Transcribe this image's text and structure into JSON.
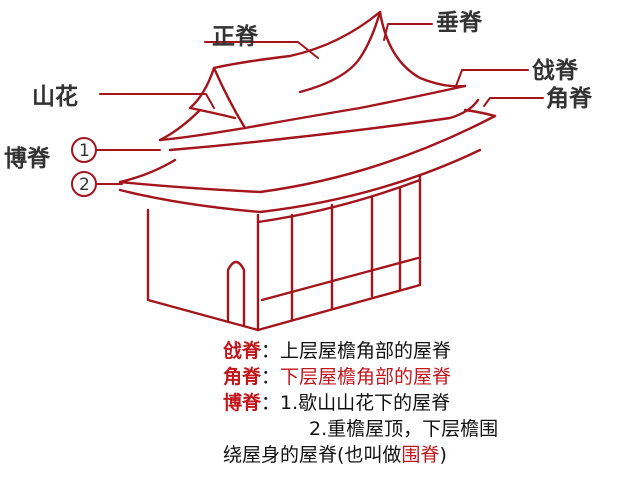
{
  "labels": {
    "zhengji": "正脊",
    "chuiji": "垂脊",
    "qiangji": "戗脊",
    "jiaoji": "角脊",
    "shanhua": "山花",
    "boji": "博脊",
    "num1": "1",
    "num2": "2"
  },
  "notes": {
    "l1_term": "戗脊",
    "l1_text": "：上层屋檐角部的屋脊",
    "l2_term": "角脊",
    "l2_sep": "：",
    "l2_text": "下层屋檐角部的屋脊",
    "l3_term": "博脊",
    "l3_text": "：1.歇山山花下的屋脊",
    "l4_text": "2.重檐屋顶，下层檐围",
    "l5_text": "绕屋身的屋脊(也叫做",
    "l5_red": "围脊",
    "l5_end": ")"
  },
  "colors": {
    "line": "#a3141c",
    "label_text": "#333333",
    "highlight": "#c0161c"
  }
}
